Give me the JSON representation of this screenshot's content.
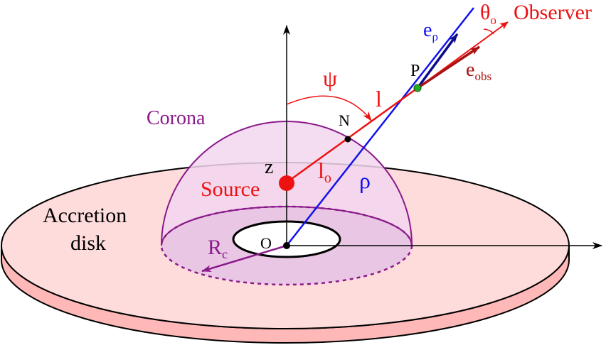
{
  "labels": {
    "observer": "Observer",
    "theta_sym": "θ",
    "theta_sub": "o",
    "e_rho_sym": "e",
    "e_rho_sub": "ρ",
    "e_obs_sym": "e",
    "e_obs_sub": "obs",
    "point_p": "P",
    "psi": "ψ",
    "l": "l",
    "corona": "Corona",
    "point_n": "N",
    "z": "z",
    "l0_sym": "l",
    "l0_sub": "o",
    "rho": "ρ",
    "source": "Source",
    "accretion": "Accretion",
    "disk": "disk",
    "rc_sym": "R",
    "rc_sub": "c",
    "origin": "O"
  },
  "colors": {
    "disk_fill": "#ffdcdc",
    "disk_rim": "#ffb8b8",
    "corona_fill": "#f2d6ee",
    "corona_inner": "#e8c6e4",
    "purple": "#8a1a8a",
    "red": "#ee1111",
    "dark_red": "#aa1111",
    "blue": "#1111ee",
    "navy": "#0c0c8a",
    "green": "#22aa22",
    "black": "#000000"
  }
}
